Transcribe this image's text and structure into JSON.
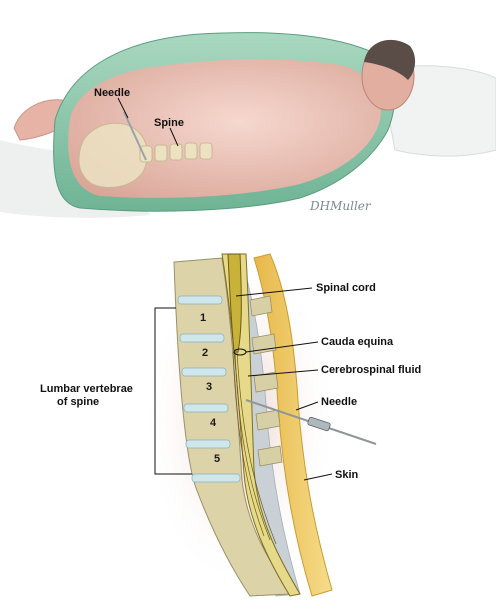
{
  "top_panel": {
    "labels": {
      "needle": "Needle",
      "spine": "Spine"
    },
    "signature": "DHMuller"
  },
  "bottom_panel": {
    "labels": {
      "spinal_cord": "Spinal cord",
      "cauda_equina": "Cauda equina",
      "csf": "Cerebrospinal fluid",
      "needle": "Needle",
      "skin": "Skin",
      "lumbar_line1": "Lumbar vertebrae",
      "lumbar_line2": "of spine"
    },
    "vertebrae": [
      "1",
      "2",
      "3",
      "4",
      "5"
    ]
  },
  "colors": {
    "drape": "#8fc9ad",
    "skin": "#ecc0b4",
    "bone": "#dfd6ae",
    "disc": "#cfe6ea",
    "fat": "#f2cf6a",
    "cord": "#c9b23a"
  }
}
